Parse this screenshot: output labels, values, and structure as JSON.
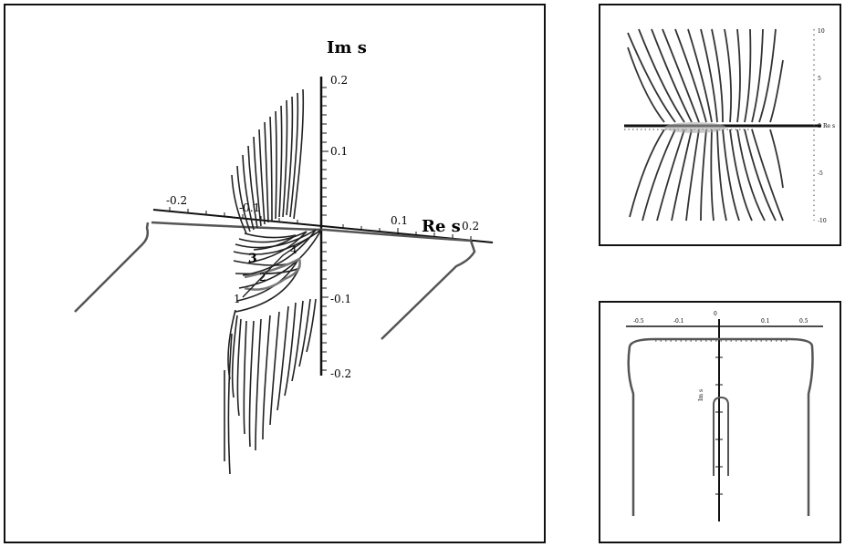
{
  "main": {
    "axis_im_label": "Im s",
    "axis_re_label": "Re s",
    "im_ticks": [
      "0.2",
      "0.1",
      "-0.1",
      "-0.2"
    ],
    "re_ticks": [
      "-0.2",
      "-0.1",
      "0.1",
      "0.2"
    ],
    "point_labels": [
      "4",
      "3",
      "2",
      "1"
    ]
  },
  "top": {
    "right_ticks": [
      "10",
      "5",
      "0",
      "-5",
      "-10"
    ],
    "axis_small_label": "Re s"
  },
  "bottom": {
    "top_ticks": [
      "-0.5",
      "-0.1",
      "0",
      "0.1",
      "0.5"
    ],
    "axis_small_label": "Im s"
  },
  "colors": {
    "stroke": "#111111",
    "curve": "#555555"
  }
}
